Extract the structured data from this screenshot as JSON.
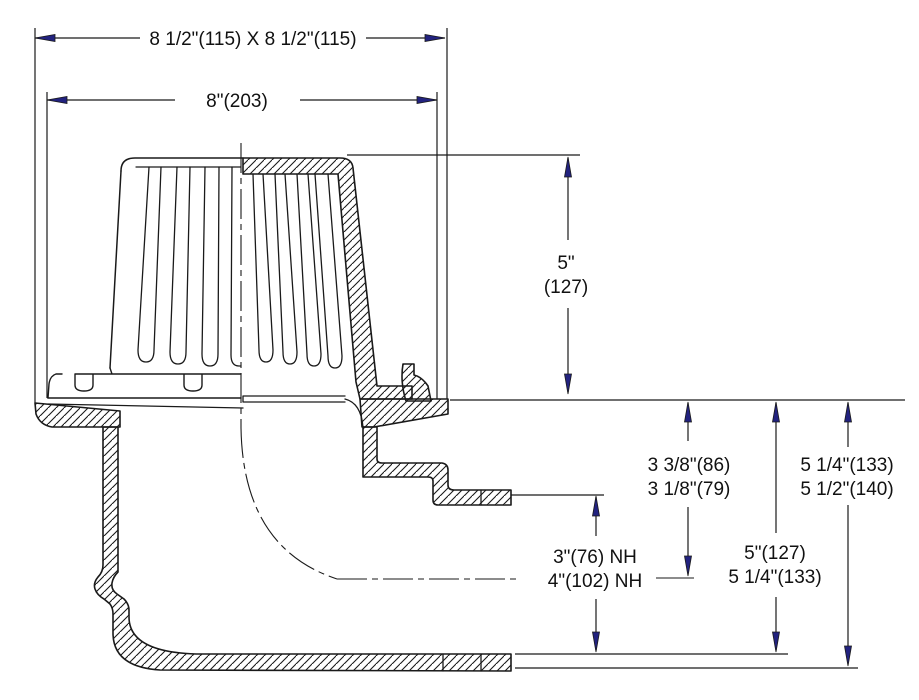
{
  "drawing": {
    "description": "Roof drain with dome strainer and 90-degree no-hub elbow outlet, cross-section technical drawing",
    "colors": {
      "line": "#1a1a1a",
      "arrow": "#22227f",
      "background": "#ffffff"
    },
    "dimensions": {
      "square_flange": "8 1/2\"(115) X 8 1/2\"(115)",
      "strainer_width": "8\"(203)",
      "dome_height_line1": "5\"",
      "dome_height_line2": "(127)",
      "flange_to_centerline_line1": "3 3/8\"(86)",
      "flange_to_centerline_line2": "3 1/8\"(79)",
      "overall_depth_line1": "5 1/4\"(133)",
      "overall_depth_line2": "5 1/2\"(140)",
      "outlet_size_line1": "3\"(76) NH",
      "outlet_size_line2": "4\"(102) NH",
      "flange_to_invert_line1": "5\"(127)",
      "flange_to_invert_line2": "5 1/4\"(133)"
    }
  }
}
